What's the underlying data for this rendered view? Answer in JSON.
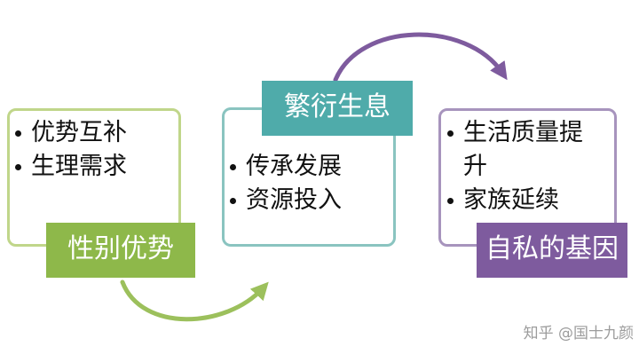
{
  "nodes": [
    {
      "label": "性别优势",
      "items": [
        "优势互补",
        "生理需求"
      ]
    },
    {
      "label": "繁衍生息",
      "items": [
        "传承发展",
        "资源投入"
      ]
    },
    {
      "label": "自私的基因",
      "items": [
        "生活质量提升",
        "家族延续"
      ]
    }
  ],
  "colors": {
    "green_fill": "#8eb84a",
    "green_border": "#c0d68a",
    "teal_fill": "#4fabaa",
    "teal_border": "#8ac4c0",
    "purple_fill": "#7e5b9e",
    "purple_border": "#a794bd"
  },
  "watermark": "知乎 @国士九颜"
}
